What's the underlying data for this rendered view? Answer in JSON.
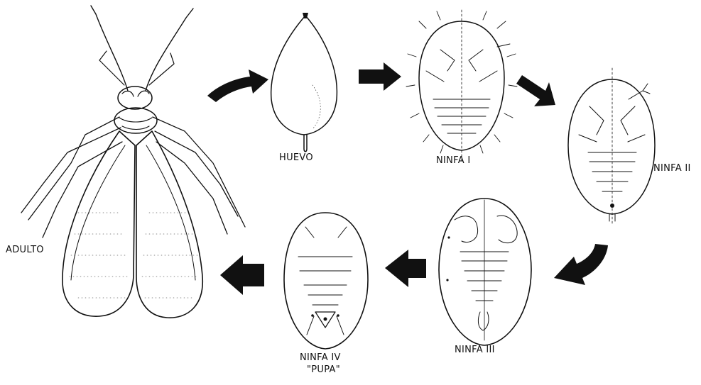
{
  "diagram": {
    "stages": [
      {
        "id": "adulto",
        "label": "ADULTO"
      },
      {
        "id": "huevo",
        "label": "HUEVO"
      },
      {
        "id": "ninfa1",
        "label": "NINFA I"
      },
      {
        "id": "ninfa2",
        "label": "NINFA II"
      },
      {
        "id": "ninfa3",
        "label": "NINFA III"
      },
      {
        "id": "ninfa4",
        "label": "NINFA IV",
        "sublabel": "\"PUPA\""
      }
    ],
    "colors": {
      "ink": "#111111",
      "background": "#ffffff"
    }
  }
}
